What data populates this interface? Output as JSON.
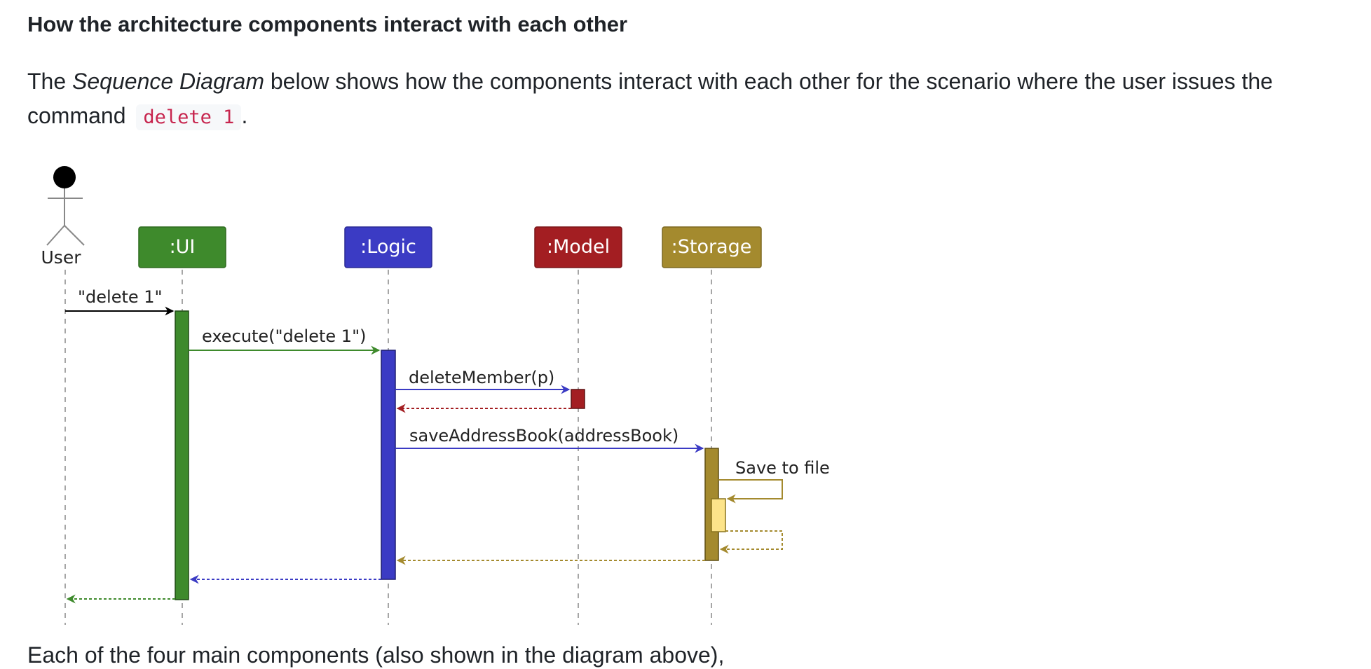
{
  "heading": "How the architecture components interact with each other",
  "intro": {
    "prefix": "The ",
    "emphasis": "Sequence Diagram",
    "middle": " below shows how the components interact with each other for the scenario where the user issues the command ",
    "code": "delete 1",
    "suffix": "."
  },
  "diagram": {
    "actor": "User",
    "participants": {
      "ui": ":UI",
      "logic": ":Logic",
      "model": ":Model",
      "storage": ":Storage"
    },
    "messages": {
      "user_to_ui": "\"delete 1\"",
      "ui_to_logic": "execute(\"delete 1\")",
      "logic_to_model": "deleteMember(p)",
      "logic_to_storage": "saveAddressBook(addressBook)",
      "storage_self": "Save to file"
    },
    "colors": {
      "ui": "#3e8a2c",
      "logic": "#3b3bc4",
      "model": "#a31e22",
      "storage": "#a48a2e",
      "storage_inner": "#fde48a"
    }
  },
  "footer": "Each of the four main components (also shown in the diagram above),"
}
